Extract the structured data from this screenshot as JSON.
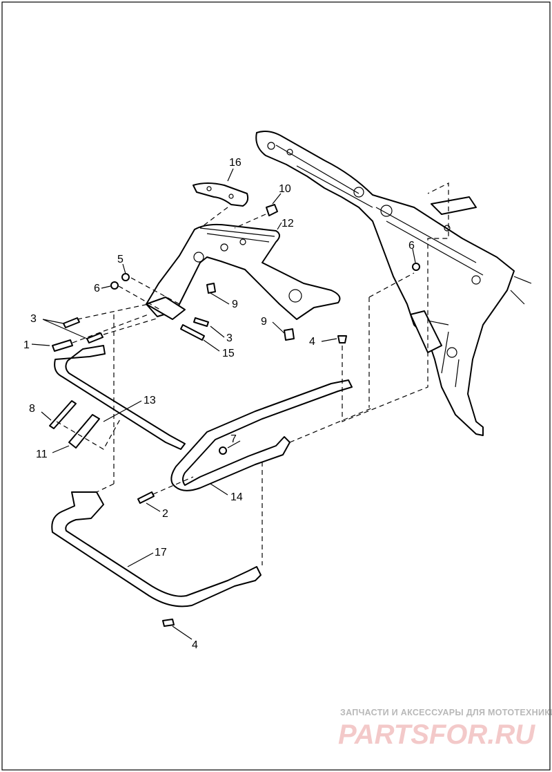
{
  "callouts": {
    "c1": "1",
    "c2": "2",
    "c3a": "3",
    "c3b": "3",
    "c4a": "4",
    "c4b": "4",
    "c5": "5",
    "c6a": "6",
    "c6b": "6",
    "c7": "7",
    "c8": "8",
    "c9a": "9",
    "c9b": "9",
    "c10": "10",
    "c11": "11",
    "c12": "12",
    "c13": "13",
    "c14": "14",
    "c15": "15",
    "c16": "16",
    "c17": "17"
  },
  "watermark": {
    "tagline": "ЗАПЧАСТИ И АКСЕССУАРЫ ДЛЯ МОТОТЕХНИКИ",
    "brand": "PARTSFOR.RU"
  },
  "colors": {
    "line": "#000000",
    "watermark_brand": "#f3c9c9",
    "watermark_tagline": "#b8b8b8"
  }
}
